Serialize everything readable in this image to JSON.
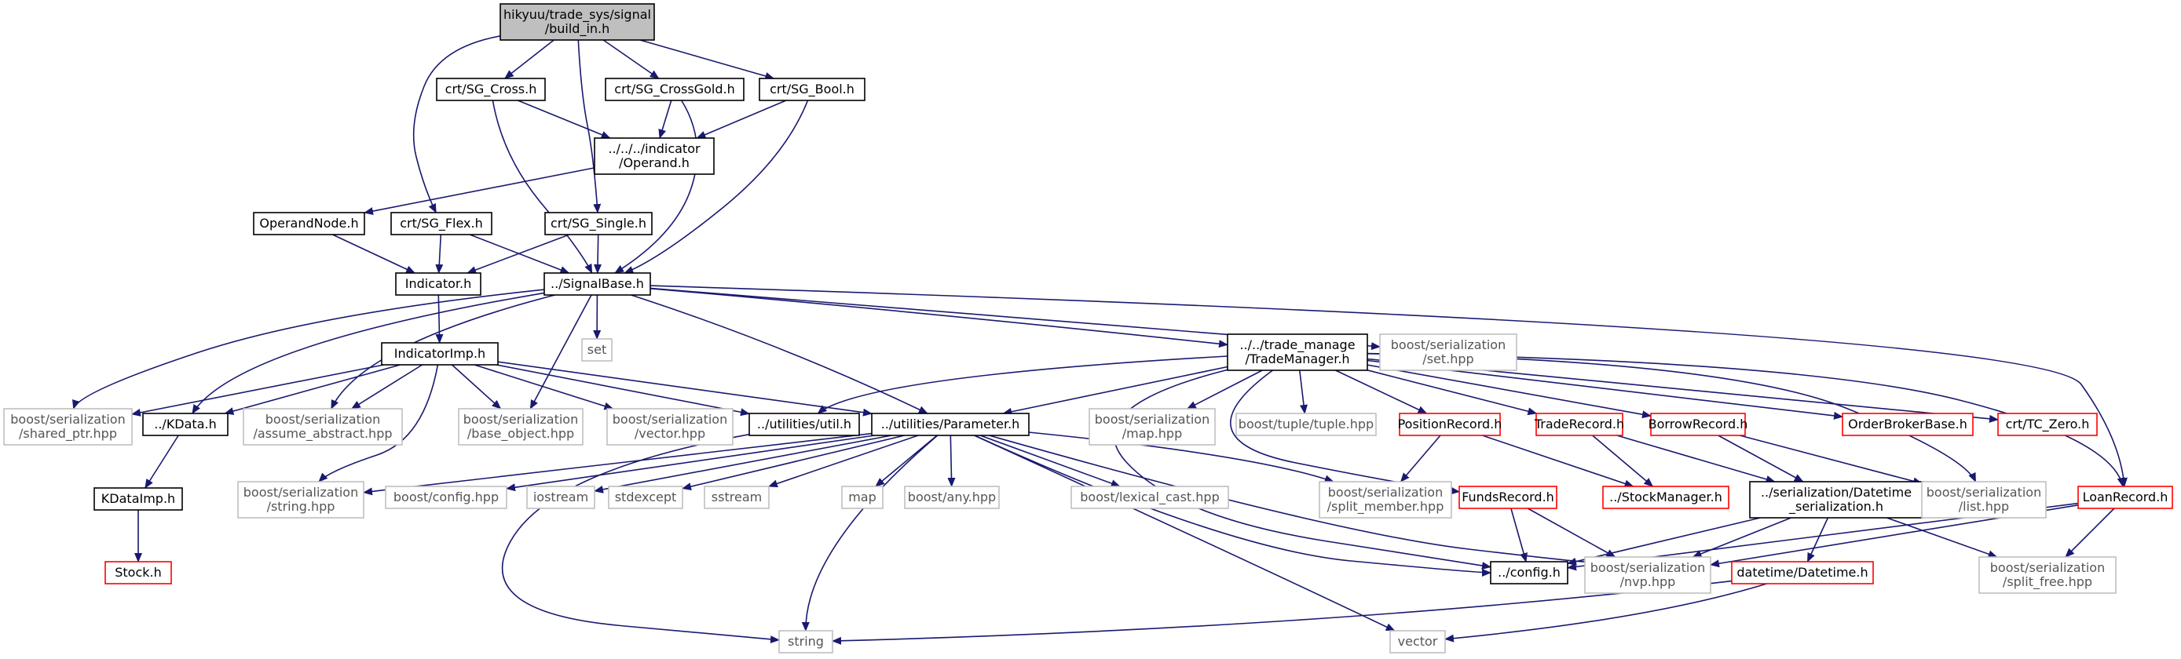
{
  "diagram": {
    "colors": {
      "edge": "#191970",
      "text": "#000000",
      "root_fill": "#bfbfbf",
      "border_documented": "#000000",
      "border_undocumented": "#bfbfbf",
      "border_truncated": "#ff0000",
      "text_external": "#555555"
    },
    "nodes": [
      {
        "id": "root",
        "lines": [
          "hikyuu/trade_sys/signal",
          "/build_in.h"
        ],
        "style": "root"
      },
      {
        "id": "sg_cross",
        "lines": [
          "crt/SG_Cross.h"
        ],
        "style": "documented"
      },
      {
        "id": "sg_crossgold",
        "lines": [
          "crt/SG_CrossGold.h"
        ],
        "style": "documented"
      },
      {
        "id": "sg_bool",
        "lines": [
          "crt/SG_Bool.h"
        ],
        "style": "documented"
      },
      {
        "id": "operand",
        "lines": [
          "../../../indicator",
          "/Operand.h"
        ],
        "style": "documented"
      },
      {
        "id": "operandnode",
        "lines": [
          "OperandNode.h"
        ],
        "style": "documented"
      },
      {
        "id": "sg_flex",
        "lines": [
          "crt/SG_Flex.h"
        ],
        "style": "documented"
      },
      {
        "id": "sg_single",
        "lines": [
          "crt/SG_Single.h"
        ],
        "style": "documented"
      },
      {
        "id": "indicator",
        "lines": [
          "Indicator.h"
        ],
        "style": "documented"
      },
      {
        "id": "signalbase",
        "lines": [
          "../SignalBase.h"
        ],
        "style": "documented"
      },
      {
        "id": "set",
        "lines": [
          "set"
        ],
        "style": "undocumented"
      },
      {
        "id": "trademanager",
        "lines": [
          "../../trade_manage",
          "/TradeManager.h"
        ],
        "style": "documented"
      },
      {
        "id": "bs_set",
        "lines": [
          "boost/serialization",
          "/set.hpp"
        ],
        "style": "undocumented"
      },
      {
        "id": "indicatorimp",
        "lines": [
          "IndicatorImp.h"
        ],
        "style": "documented"
      },
      {
        "id": "bs_shared",
        "lines": [
          "boost/serialization",
          "/shared_ptr.hpp"
        ],
        "style": "undocumented"
      },
      {
        "id": "kdata",
        "lines": [
          "../KData.h"
        ],
        "style": "documented"
      },
      {
        "id": "bs_assume",
        "lines": [
          "boost/serialization",
          "/assume_abstract.hpp"
        ],
        "style": "undocumented"
      },
      {
        "id": "bs_base",
        "lines": [
          "boost/serialization",
          "/base_object.hpp"
        ],
        "style": "undocumented"
      },
      {
        "id": "bs_vector",
        "lines": [
          "boost/serialization",
          "/vector.hpp"
        ],
        "style": "undocumented"
      },
      {
        "id": "util",
        "lines": [
          "../utilities/util.h"
        ],
        "style": "documented"
      },
      {
        "id": "parameter",
        "lines": [
          "../utilities/Parameter.h"
        ],
        "style": "documented"
      },
      {
        "id": "bs_map",
        "lines": [
          "boost/serialization",
          "/map.hpp"
        ],
        "style": "undocumented"
      },
      {
        "id": "tuple",
        "lines": [
          "boost/tuple/tuple.hpp"
        ],
        "style": "undocumented"
      },
      {
        "id": "positionrecord",
        "lines": [
          "PositionRecord.h"
        ],
        "style": "truncated"
      },
      {
        "id": "traderecord",
        "lines": [
          "TradeRecord.h"
        ],
        "style": "truncated"
      },
      {
        "id": "borrowrecord",
        "lines": [
          "BorrowRecord.h"
        ],
        "style": "truncated"
      },
      {
        "id": "orderbroker",
        "lines": [
          "OrderBrokerBase.h"
        ],
        "style": "truncated"
      },
      {
        "id": "tc_zero",
        "lines": [
          "crt/TC_Zero.h"
        ],
        "style": "truncated"
      },
      {
        "id": "kdataimp",
        "lines": [
          "KDataImp.h"
        ],
        "style": "documented"
      },
      {
        "id": "stock",
        "lines": [
          "Stock.h"
        ],
        "style": "truncated"
      },
      {
        "id": "bs_string",
        "lines": [
          "boost/serialization",
          "/string.hpp"
        ],
        "style": "undocumented"
      },
      {
        "id": "config_hpp",
        "lines": [
          "boost/config.hpp"
        ],
        "style": "undocumented"
      },
      {
        "id": "iostream",
        "lines": [
          "iostream"
        ],
        "style": "undocumented"
      },
      {
        "id": "stdexcept",
        "lines": [
          "stdexcept"
        ],
        "style": "undocumented"
      },
      {
        "id": "sstream",
        "lines": [
          "sstream"
        ],
        "style": "undocumented"
      },
      {
        "id": "map",
        "lines": [
          "map"
        ],
        "style": "undocumented"
      },
      {
        "id": "any",
        "lines": [
          "boost/any.hpp"
        ],
        "style": "undocumented"
      },
      {
        "id": "lexical",
        "lines": [
          "boost/lexical_cast.hpp"
        ],
        "style": "undocumented"
      },
      {
        "id": "bs_split_member",
        "lines": [
          "boost/serialization",
          "/split_member.hpp"
        ],
        "style": "undocumented"
      },
      {
        "id": "fundsrecord",
        "lines": [
          "FundsRecord.h"
        ],
        "style": "truncated"
      },
      {
        "id": "stockmanager",
        "lines": [
          "../StockManager.h"
        ],
        "style": "truncated"
      },
      {
        "id": "dt_serial",
        "lines": [
          "../serialization/Datetime",
          "_serialization.h"
        ],
        "style": "documented"
      },
      {
        "id": "bs_list",
        "lines": [
          "boost/serialization",
          "/list.hpp"
        ],
        "style": "undocumented"
      },
      {
        "id": "loanrecord",
        "lines": [
          "LoanRecord.h"
        ],
        "style": "truncated"
      },
      {
        "id": "config_h",
        "lines": [
          "../config.h"
        ],
        "style": "documented"
      },
      {
        "id": "bs_nvp",
        "lines": [
          "boost/serialization",
          "/nvp.hpp"
        ],
        "style": "undocumented"
      },
      {
        "id": "datetime",
        "lines": [
          "datetime/Datetime.h"
        ],
        "style": "truncated"
      },
      {
        "id": "bs_split_free",
        "lines": [
          "boost/serialization",
          "/split_free.hpp"
        ],
        "style": "undocumented"
      },
      {
        "id": "string",
        "lines": [
          "string"
        ],
        "style": "undocumented"
      },
      {
        "id": "vector",
        "lines": [
          "vector"
        ],
        "style": "undocumented"
      }
    ],
    "edges": [
      [
        "root",
        "sg_cross"
      ],
      [
        "root",
        "sg_crossgold"
      ],
      [
        "root",
        "sg_bool"
      ],
      [
        "root",
        "sg_flex"
      ],
      [
        "root",
        "sg_single"
      ],
      [
        "sg_cross",
        "operand"
      ],
      [
        "sg_cross",
        "signalbase"
      ],
      [
        "sg_crossgold",
        "operand"
      ],
      [
        "sg_crossgold",
        "signalbase"
      ],
      [
        "sg_bool",
        "operand"
      ],
      [
        "sg_bool",
        "signalbase"
      ],
      [
        "operand",
        "operandnode"
      ],
      [
        "operandnode",
        "indicator"
      ],
      [
        "sg_flex",
        "indicator"
      ],
      [
        "sg_flex",
        "signalbase"
      ],
      [
        "sg_single",
        "indicator"
      ],
      [
        "sg_single",
        "signalbase"
      ],
      [
        "indicator",
        "indicatorimp"
      ],
      [
        "signalbase",
        "set"
      ],
      [
        "signalbase",
        "trademanager"
      ],
      [
        "signalbase",
        "bs_set"
      ],
      [
        "signalbase",
        "bs_shared"
      ],
      [
        "signalbase",
        "kdata"
      ],
      [
        "signalbase",
        "bs_assume"
      ],
      [
        "signalbase",
        "bs_base"
      ],
      [
        "signalbase",
        "parameter"
      ],
      [
        "signalbase",
        "loanrecord"
      ],
      [
        "indicatorimp",
        "bs_shared"
      ],
      [
        "indicatorimp",
        "kdata"
      ],
      [
        "indicatorimp",
        "bs_assume"
      ],
      [
        "indicatorimp",
        "bs_base"
      ],
      [
        "indicatorimp",
        "bs_vector"
      ],
      [
        "indicatorimp",
        "util"
      ],
      [
        "indicatorimp",
        "parameter"
      ],
      [
        "indicatorimp",
        "bs_string"
      ],
      [
        "kdata",
        "kdataimp"
      ],
      [
        "kdataimp",
        "stock"
      ],
      [
        "trademanager",
        "util"
      ],
      [
        "trademanager",
        "parameter"
      ],
      [
        "trademanager",
        "bs_map"
      ],
      [
        "trademanager",
        "tuple"
      ],
      [
        "trademanager",
        "positionrecord"
      ],
      [
        "trademanager",
        "traderecord"
      ],
      [
        "trademanager",
        "borrowrecord"
      ],
      [
        "trademanager",
        "orderbroker"
      ],
      [
        "trademanager",
        "tc_zero"
      ],
      [
        "trademanager",
        "fundsrecord"
      ],
      [
        "trademanager",
        "bs_list"
      ],
      [
        "trademanager",
        "loanrecord"
      ],
      [
        "trademanager",
        "config_h"
      ],
      [
        "util",
        "string"
      ],
      [
        "parameter",
        "bs_string"
      ],
      [
        "parameter",
        "config_hpp"
      ],
      [
        "parameter",
        "iostream"
      ],
      [
        "parameter",
        "stdexcept"
      ],
      [
        "parameter",
        "sstream"
      ],
      [
        "parameter",
        "map"
      ],
      [
        "parameter",
        "any"
      ],
      [
        "parameter",
        "lexical"
      ],
      [
        "parameter",
        "bs_split_member"
      ],
      [
        "parameter",
        "string"
      ],
      [
        "parameter",
        "vector"
      ],
      [
        "parameter",
        "config_h"
      ],
      [
        "parameter",
        "bs_nvp"
      ],
      [
        "positionrecord",
        "bs_split_member"
      ],
      [
        "positionrecord",
        "stockmanager"
      ],
      [
        "traderecord",
        "stockmanager"
      ],
      [
        "traderecord",
        "dt_serial"
      ],
      [
        "borrowrecord",
        "dt_serial"
      ],
      [
        "borrowrecord",
        "bs_list"
      ],
      [
        "fundsrecord",
        "config_h"
      ],
      [
        "fundsrecord",
        "bs_nvp"
      ],
      [
        "dt_serial",
        "config_h"
      ],
      [
        "dt_serial",
        "bs_nvp"
      ],
      [
        "dt_serial",
        "datetime"
      ],
      [
        "dt_serial",
        "bs_split_free"
      ],
      [
        "loanrecord",
        "config_h"
      ],
      [
        "loanrecord",
        "bs_nvp"
      ],
      [
        "loanrecord",
        "bs_split_free"
      ],
      [
        "datetime",
        "string"
      ],
      [
        "datetime",
        "vector"
      ]
    ]
  }
}
